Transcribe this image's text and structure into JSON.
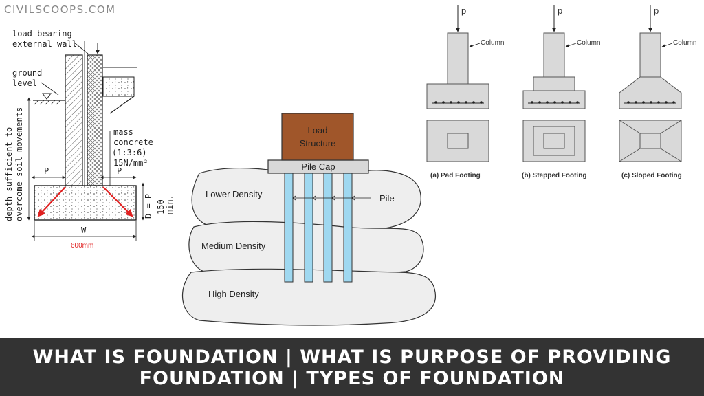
{
  "brand": {
    "name": "CIVILSCOOPS.COM"
  },
  "title": {
    "line1": "WHAT IS FOUNDATION | WHAT IS PURPOSE OF PROVIDING",
    "line2": "FOUNDATION | TYPES OF FOUNDATION"
  },
  "strip_footing": {
    "label_wall_1": "load bearing",
    "label_wall_2": "external wall",
    "label_ground_1": "ground",
    "label_ground_2": "level",
    "label_concrete_1": "mass",
    "label_concrete_2": "concrete",
    "label_concrete_3": "(1:3:6)",
    "label_concrete_4": "15N/mm²",
    "label_depth_1": "depth sufficient to",
    "label_depth_2": "overcome soil movements",
    "label_p_left": "P",
    "label_p_right": "P",
    "label_d": "D = P",
    "label_150": "150",
    "label_min": "min.",
    "label_w": "W",
    "label_600": "600mm",
    "colors": {
      "arrow": "#e02020",
      "dim_600": "#e02020"
    }
  },
  "pile_foundation": {
    "load_1": "Load",
    "load_2": "Structure",
    "pile_cap": "Pile Cap",
    "pile": "Pile",
    "layers": [
      "Lower Density",
      "Medium Density",
      "High Density"
    ],
    "colors": {
      "load": "#a0562a",
      "pile": "#9fd8f0",
      "cap": "#d8d8d8",
      "soil": "#eeeeee"
    }
  },
  "footings": {
    "load_symbol": "p",
    "column_label": "Column",
    "items": [
      {
        "caption": "(a) Pad Footing"
      },
      {
        "caption": "(b) Stepped Footing"
      },
      {
        "caption": "(c) Sloped Footing"
      }
    ],
    "colors": {
      "fill": "#d9d9d9"
    }
  }
}
